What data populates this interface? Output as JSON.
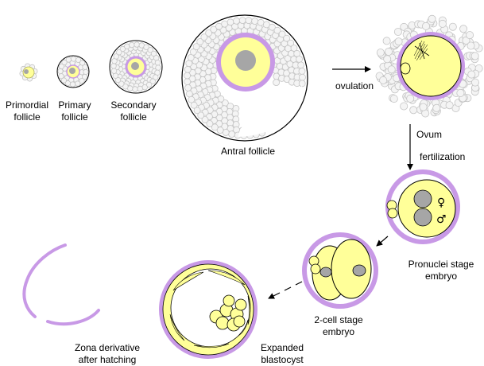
{
  "labels": {
    "primordial": "Primordial\nfollicle",
    "primary": "Primary\nfollicle",
    "secondary": "Secondary\nfollicle",
    "antral": "Antral follicle",
    "ovulation": "ovulation",
    "ovum": "Ovum",
    "fertilization": "fertilization",
    "pronuclei": "Pronuclei stage\nembryo",
    "two_cell": "2-cell stage\nembryo",
    "blastocyst": "Expanded\nblastocyst",
    "zona": "Zona derivative\nafter hatching",
    "female_symbol": "♀",
    "male_symbol": "♂"
  },
  "colors": {
    "zona": "#c899e6",
    "cytoplasm": "#ffff99",
    "nucleus": "#a6a6a6",
    "granulosa_fill": "#f4f4f4",
    "granulosa_stroke": "#c4c4c4",
    "outline": "#000000"
  }
}
